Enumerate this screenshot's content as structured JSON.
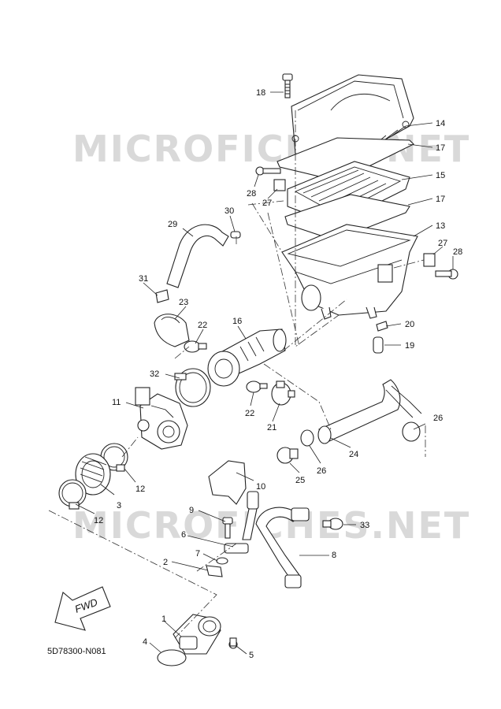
{
  "watermark": "MICROFICHES.NET",
  "diagram_code": "5D78300-N081",
  "fwd_label": "FWD",
  "callouts": [
    {
      "id": "c1",
      "label": "1"
    },
    {
      "id": "c2",
      "label": "2"
    },
    {
      "id": "c3",
      "label": "3"
    },
    {
      "id": "c4",
      "label": "4"
    },
    {
      "id": "c5",
      "label": "5"
    },
    {
      "id": "c6",
      "label": "6"
    },
    {
      "id": "c7",
      "label": "7"
    },
    {
      "id": "c8",
      "label": "8"
    },
    {
      "id": "c9",
      "label": "9"
    },
    {
      "id": "c10",
      "label": "10"
    },
    {
      "id": "c11",
      "label": "11"
    },
    {
      "id": "c12a",
      "label": "12"
    },
    {
      "id": "c12b",
      "label": "12"
    },
    {
      "id": "c13",
      "label": "13"
    },
    {
      "id": "c14",
      "label": "14"
    },
    {
      "id": "c15",
      "label": "15"
    },
    {
      "id": "c16",
      "label": "16"
    },
    {
      "id": "c17a",
      "label": "17"
    },
    {
      "id": "c17b",
      "label": "17"
    },
    {
      "id": "c18",
      "label": "18"
    },
    {
      "id": "c19",
      "label": "19"
    },
    {
      "id": "c20",
      "label": "20"
    },
    {
      "id": "c21",
      "label": "21"
    },
    {
      "id": "c22a",
      "label": "22"
    },
    {
      "id": "c22b",
      "label": "22"
    },
    {
      "id": "c23",
      "label": "23"
    },
    {
      "id": "c24",
      "label": "24"
    },
    {
      "id": "c25",
      "label": "25"
    },
    {
      "id": "c26a",
      "label": "26"
    },
    {
      "id": "c26b",
      "label": "26"
    },
    {
      "id": "c27a",
      "label": "27"
    },
    {
      "id": "c27b",
      "label": "27"
    },
    {
      "id": "c28a",
      "label": "28"
    },
    {
      "id": "c28b",
      "label": "28"
    },
    {
      "id": "c29",
      "label": "29"
    },
    {
      "id": "c30",
      "label": "30"
    },
    {
      "id": "c31",
      "label": "31"
    },
    {
      "id": "c32",
      "label": "32"
    },
    {
      "id": "c33",
      "label": "33"
    }
  ]
}
